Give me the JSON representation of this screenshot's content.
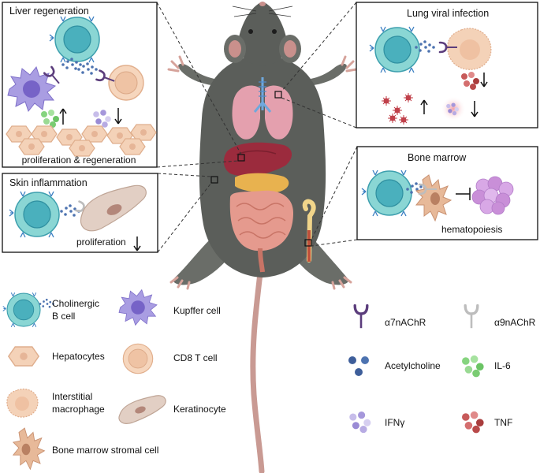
{
  "panels": {
    "liver": {
      "title": "Liver regeneration",
      "caption": "proliferation & regeneration"
    },
    "lung": {
      "title": "Lung viral infection"
    },
    "skin": {
      "title": "Skin inflammation",
      "caption": "proliferation"
    },
    "bone": {
      "title": "Bone marrow",
      "caption": "hematopoiesis"
    }
  },
  "legend": {
    "cells": [
      {
        "line1": "Cholinergic",
        "line2": "B cell"
      },
      {
        "line1": "Kupffer cell"
      },
      {
        "line1": "Hepatocytes"
      },
      {
        "line1": "CD8 T cell"
      },
      {
        "line1": "Interstitial",
        "line2": "macrophage"
      },
      {
        "line1": "Keratinocyte"
      },
      {
        "line1": "Bone marrow stromal cell"
      }
    ],
    "molecules": [
      {
        "label": "α7nAChR"
      },
      {
        "label": "α9nAChR"
      },
      {
        "label": "Acetylcholine"
      },
      {
        "label": "IL-6"
      },
      {
        "label": "IFNγ"
      },
      {
        "label": "TNF"
      }
    ]
  },
  "colors": {
    "bcell": "#7fd0d0",
    "bcell_nucleus": "#3aa5b3",
    "kupffer": "#a79ae0",
    "hepatocyte": "#f4d2b8",
    "tcell": "#f0c7a6",
    "keratinocyte": "#e2cfc4",
    "stromal": "#e7b999",
    "mouse": "#5b5e5a",
    "a7": "#5b3d7c",
    "a9": "#bdbdbd",
    "ach": "#3e5e9a",
    "il6": "#7acc73",
    "ifng": "#b2a6de",
    "tnf": "#b94a4a",
    "hsc": "#c98fd8"
  }
}
